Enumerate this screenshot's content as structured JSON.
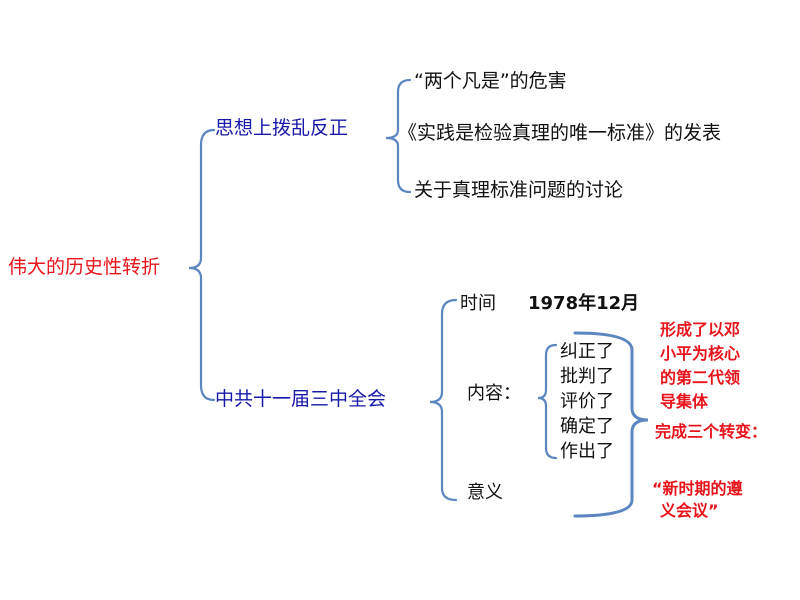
{
  "root": {
    "label": "伟大的历史性转折"
  },
  "branch1": {
    "label": "思想上拨乱反正",
    "items": [
      "“两个凡是”的危害",
      "《实践是检验真理的唯一标准》的发表",
      "关于真理标准问题的讨论"
    ]
  },
  "branch2": {
    "label": "中共十一届三中全会",
    "time_label": "时间",
    "time_value": "1978年12月",
    "content_label": "内容：",
    "content_items": [
      "纠正了",
      "批判了",
      "评价了",
      "确定了",
      "作出了"
    ],
    "meaning_label": "意义"
  },
  "notes": {
    "leadership": [
      "形成了以邓",
      "小平为核心",
      "的第二代领",
      "导集体"
    ],
    "transform": "完成三个转变：",
    "zunyi": [
      "“新时期的遵",
      "义会议”"
    ]
  },
  "colors": {
    "root": "#e8141b",
    "branch": "#1518a8",
    "text": "#111111",
    "note": "#e8141b",
    "line": "#5b86c0"
  }
}
